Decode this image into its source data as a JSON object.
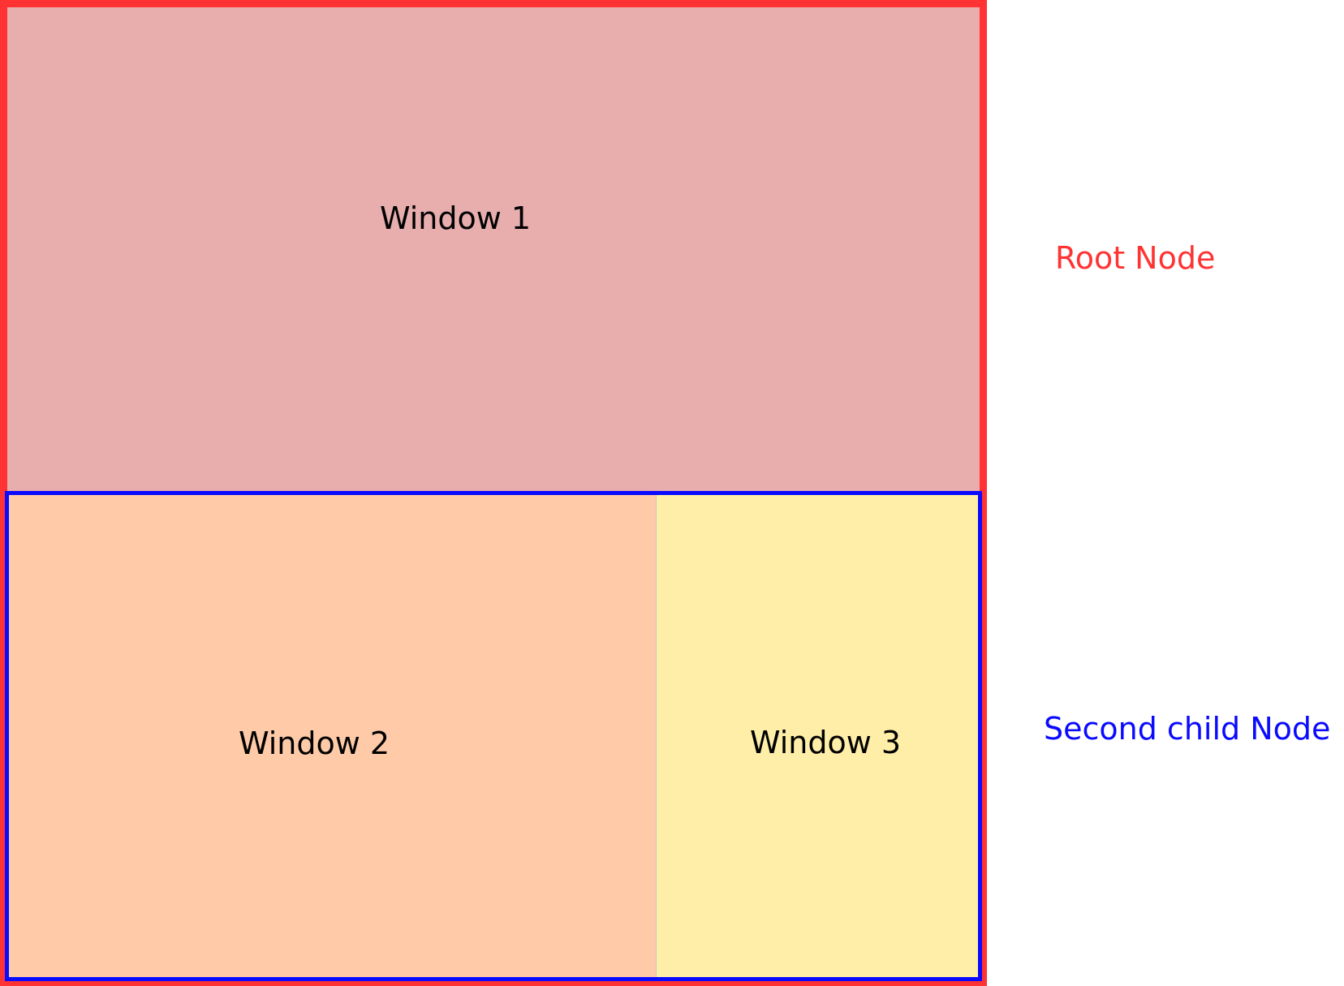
{
  "colors": {
    "root_border": "#ff3333",
    "second_child_border": "#0a0aff",
    "window_1_fill": "#e8aeae",
    "window_2_fill": "#fecaa8",
    "window_3_fill": "#ffeea8",
    "divider": "#c8c8c8"
  },
  "windows": {
    "window_1": "Window 1",
    "window_2": "Window 2",
    "window_3": "Window 3"
  },
  "labels": {
    "root_node": "Root Node",
    "second_child_node": "Second child Node"
  }
}
